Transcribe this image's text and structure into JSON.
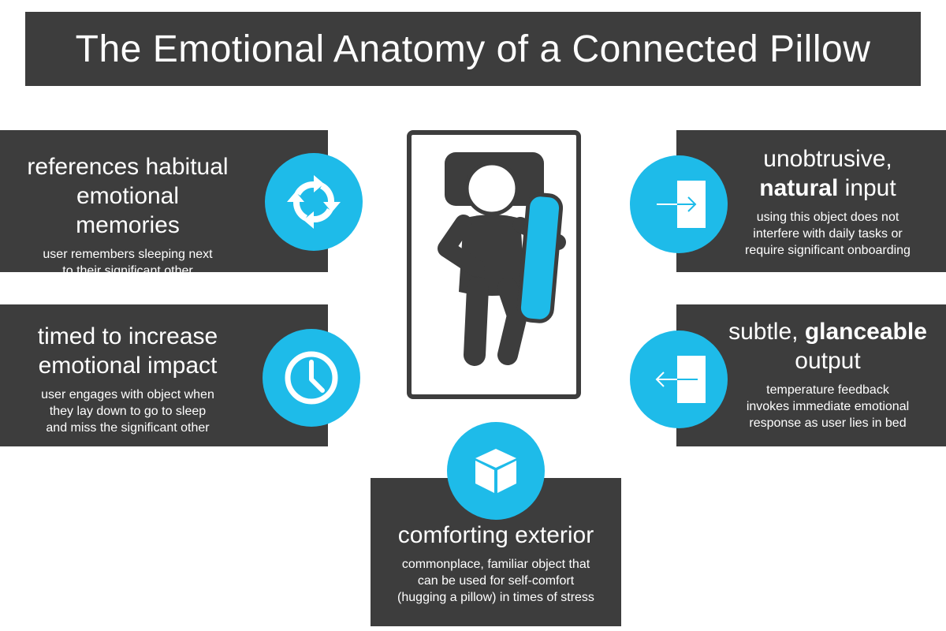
{
  "title": "The Emotional Anatomy of a Connected Pillow",
  "colors": {
    "panel": "#3d3d3d",
    "accent": "#1ebbe9",
    "text": "#ffffff",
    "background": "#ffffff"
  },
  "panels": {
    "habitual": {
      "heading_line1": "references habitual",
      "heading_line2": "emotional memories",
      "sub_line1": "user remembers sleeping next",
      "sub_line2": "to their significant other",
      "icon": "cycle-arrows-icon"
    },
    "timed": {
      "heading_line1": "timed to increase",
      "heading_line2": "emotional impact",
      "sub_line1": "user engages with object when",
      "sub_line2": "they lay down to go to sleep",
      "sub_line3": "and miss the significant other",
      "icon": "clock-icon"
    },
    "input": {
      "heading_line1": "unobtrusive,",
      "heading_line2_bold": "natural",
      "heading_line2_rest": " input",
      "sub_line1": "using this object does not",
      "sub_line2": "interfere with daily tasks or",
      "sub_line3": "require significant onboarding",
      "icon": "enter-door-icon"
    },
    "output": {
      "heading_line1_plain": "subtle, ",
      "heading_line1_bold": "glanceable",
      "heading_line2": "output",
      "sub_line1": "temperature feedback",
      "sub_line2": "invokes immediate emotional",
      "sub_line3": "response as user lies in bed",
      "icon": "exit-door-icon"
    },
    "exterior": {
      "heading": "comforting exterior",
      "sub_line1": "commonplace, familiar object that",
      "sub_line2": "can be used for self-comfort",
      "sub_line3": "(hugging a pillow) in times of stress",
      "icon": "cube-icon"
    }
  },
  "center": {
    "icon": "person-in-bed-hugging-pillow-icon"
  }
}
